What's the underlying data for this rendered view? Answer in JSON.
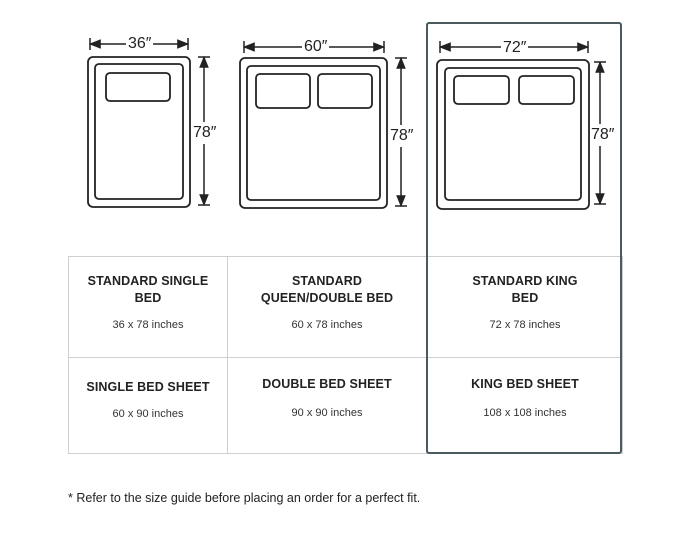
{
  "beds": {
    "single": {
      "width_label": "36″",
      "length_label": "78″"
    },
    "queen": {
      "width_label": "60″",
      "length_label": "78″"
    },
    "king": {
      "width_label": "72″",
      "length_label": "78″"
    }
  },
  "table": {
    "row1": [
      {
        "title_line1": "STANDARD SINGLE",
        "title_line2": "BED",
        "size": "36 x 78 inches"
      },
      {
        "title_line1": "STANDARD",
        "title_line2": "QUEEN/DOUBLE BED",
        "size": "60 x 78 inches"
      },
      {
        "title_line1": "STANDARD KING",
        "title_line2": "BED",
        "size": "72 x 78 inches"
      }
    ],
    "row2": [
      {
        "title": "SINGLE BED SHEET",
        "size": "60 x 90 inches"
      },
      {
        "title": "DOUBLE BED SHEET",
        "size": "90 x 90 inches"
      },
      {
        "title": "KING BED SHEET",
        "size": "108 x 108 inches"
      }
    ]
  },
  "footnote": "* Refer to the size guide before placing an order for a perfect fit.",
  "colors": {
    "line": "#222222",
    "grid": "#cfcfcf",
    "highlight": "#4a5a5e"
  }
}
